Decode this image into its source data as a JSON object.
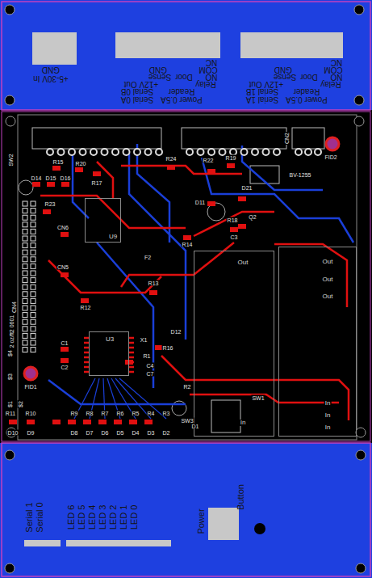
{
  "diagram": {
    "nodes": [
      {
        "text": [
          "Out",
          "In"
        ]
      },
      {
        "text": [
          "Out",
          "Out",
          "Out",
          "In",
          "In",
          "In"
        ]
      },
      {
        "text": [
          "U9"
        ]
      },
      {
        "text": [
          "U3"
        ]
      }
    ],
    "labels": [
      "GND",
      "+5-30V In",
      "NC",
      "COM",
      "NO",
      "Relay",
      "Sense",
      "GND",
      "Door",
      "+12V Out",
      "Serial 0B",
      "Serial 0A",
      "Reader",
      "Power 0.5A",
      "NC",
      "COM",
      "NO",
      "Relay",
      "Sense",
      "GND",
      "Door",
      "+12V Out",
      "Serial 1B",
      "Serial 1A",
      "Reader",
      "Power 0.5A",
      "Serial 1",
      "Serial 0",
      "LED 6",
      "LED 5",
      "LED 4",
      "LED 3",
      "LED 2",
      "LED 1",
      "LED 0",
      "Power",
      "Button",
      "SW2",
      "R15",
      "R20",
      "D14",
      "D15",
      "D16",
      "R17",
      "R23",
      "CN6",
      "CN5",
      "CN4",
      "F2",
      "R12",
      "R13",
      "C1",
      "C2",
      "X1",
      "R1",
      "C4",
      "C7",
      "D12",
      "R16",
      "C3",
      "D11",
      "D21",
      "Q2",
      "R18",
      "R14",
      "R19",
      "R22",
      "R24",
      "BV-1255",
      "FID1",
      "FID2",
      "CN2",
      "SW3",
      "SW1",
      "D10",
      "D9",
      "D8",
      "D7",
      "D6",
      "D5",
      "D4",
      "D3",
      "D2",
      "D1",
      "R11",
      "R10",
      "R9",
      "R8",
      "R7",
      "R6",
      "R5",
      "R4",
      "R3",
      "R2",
      "$1",
      "$2",
      "$3",
      "$4",
      "2 oz/ft2 0601"
    ]
  }
}
